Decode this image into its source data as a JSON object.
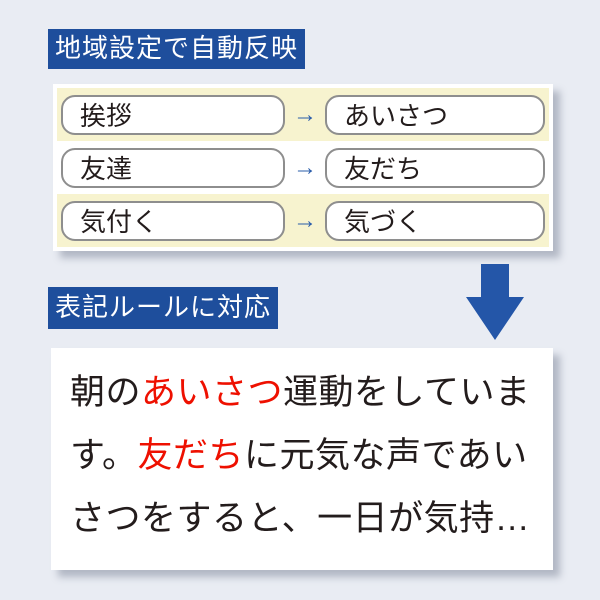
{
  "labels": {
    "region_badge": "地域設定で自動反映",
    "rule_badge": "表記ルールに対応"
  },
  "conversion_table": {
    "arrow": "→",
    "rows": [
      {
        "source": "挨拶",
        "result": "あいさつ"
      },
      {
        "source": "友達",
        "result": "友だち"
      },
      {
        "source": "気付く",
        "result": "気づく"
      }
    ]
  },
  "flow_arrow": {
    "icon": "down-arrow",
    "direction": "down"
  },
  "sample_text": {
    "lines": [
      [
        {
          "text": "朝の",
          "highlight": false
        },
        {
          "text": "あいさつ",
          "highlight": true
        },
        {
          "text": "運動をしていま",
          "highlight": false
        }
      ],
      [
        {
          "text": "す。",
          "highlight": false
        },
        {
          "text": "友だち",
          "highlight": true
        },
        {
          "text": "に元気な声であい",
          "highlight": false
        }
      ],
      [
        {
          "text": "さつをすると、一日が気持…",
          "highlight": false
        }
      ]
    ]
  },
  "colors": {
    "page_bg": "#e9ecf3",
    "badge_navy": "#1e4e9c",
    "arrow_blue": "#2456a8",
    "row_arrow_blue": "#2a5caa",
    "cream": "#f7f3cf",
    "hl": "#ee1000",
    "text_dark": "#231c1c",
    "box_border": "#8e8e8e"
  }
}
